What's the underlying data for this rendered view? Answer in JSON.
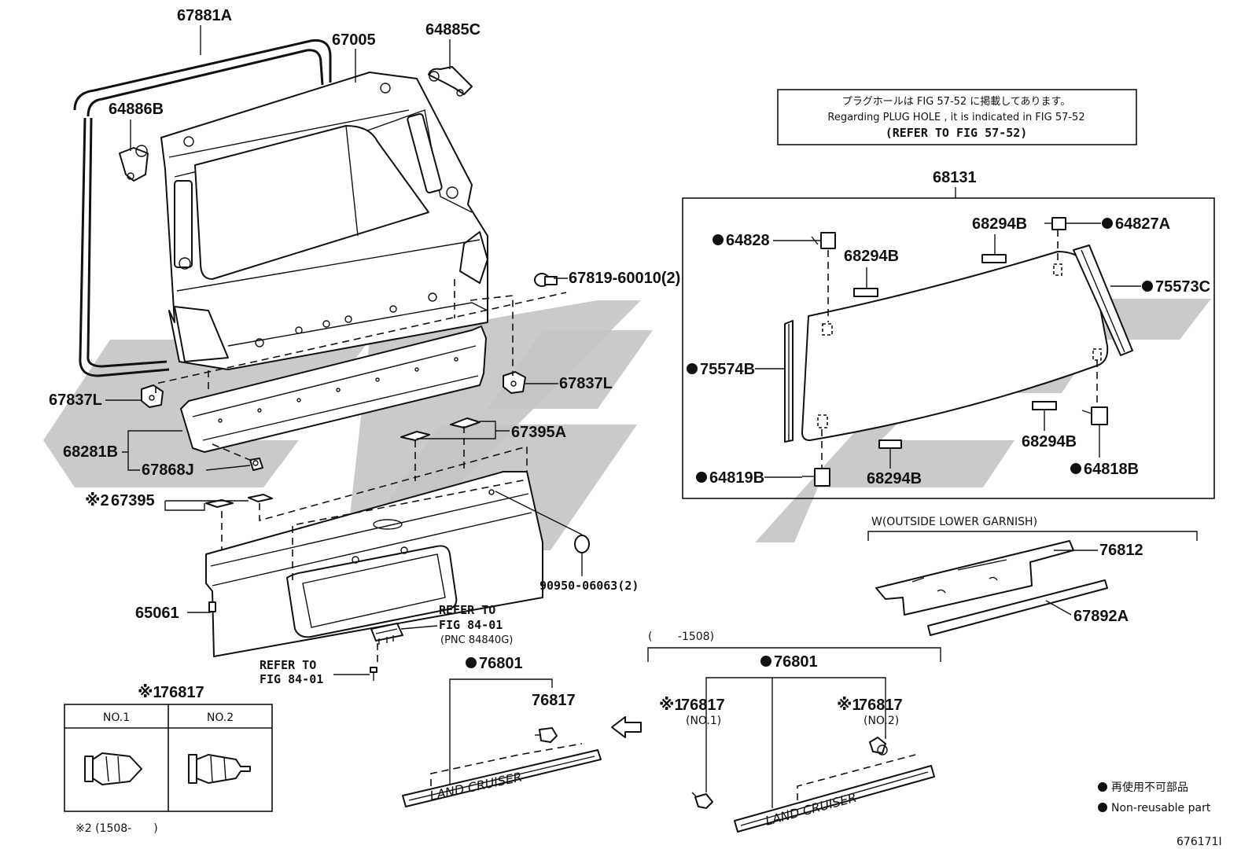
{
  "labels": {
    "p67881A": "67881A",
    "p67005": "67005",
    "p64885C": "64885C",
    "p64886B": "64886B",
    "p67819": "67819-60010(2)",
    "p67837L_left": "67837L",
    "p67837L_right": "67837L",
    "p68281B": "68281B",
    "p67868J": "67868J",
    "p67395A": "67395A",
    "p67395": "67395",
    "mark2": "※2",
    "p65061": "65061",
    "p90950": "90950-06063(2)",
    "refer_fig1_line1": "REFER TO",
    "refer_fig1_line2": "FIG 84-01",
    "refer_fig1_line3": "(PNC 84840G)",
    "refer_fig2_line1": "REFER TO",
    "refer_fig2_line2": "FIG 84-01",
    "p68131": "68131",
    "p64828": "64828",
    "p68294B_a": "68294B",
    "p68294B_b": "68294B",
    "p68294B_c": "68294B",
    "p68294B_d": "68294B",
    "p64827A": "64827A",
    "p75573C": "75573C",
    "p75574B": "75574B",
    "p64819B": "64819B",
    "p64818B": "64818B",
    "garnish_header": "W(OUTSIDE LOWER GARNISH)",
    "p76812": "76812",
    "p67892A": "67892A",
    "range_header": "(　　 -1508)",
    "p76801_left": "76801",
    "p76817_left": "76817",
    "p76801_right": "76801",
    "p76817_no1": "76817",
    "p76817_no1_sub": "(NO.1)",
    "p76817_no2": "76817",
    "p76817_no2_sub": "(NO.2)",
    "mark1": "※1",
    "emblem_text": "LAND CRUISER",
    "clip_title": "76817",
    "clip_col1": "NO.1",
    "clip_col2": "NO.2",
    "footnote2": "※2 (1508-　　)",
    "legend_jp": "再使用不可部品",
    "legend_en": "Non-reusable part",
    "figure_code": "676171I"
  },
  "note": {
    "line1": "プラグホールは FIG 57-52 に掲載してあります。",
    "line2": "Regarding  PLUG  HOLE , it is indicated in FIG  57-52",
    "line3": "(REFER  TO  FIG 57-52)"
  },
  "colors": {
    "ink": "#111111",
    "watermark": "#c4c4c4",
    "background": "#ffffff"
  },
  "icons": {
    "non_reusable": "filled-circle-icon",
    "direction": "arrow-left-icon"
  }
}
